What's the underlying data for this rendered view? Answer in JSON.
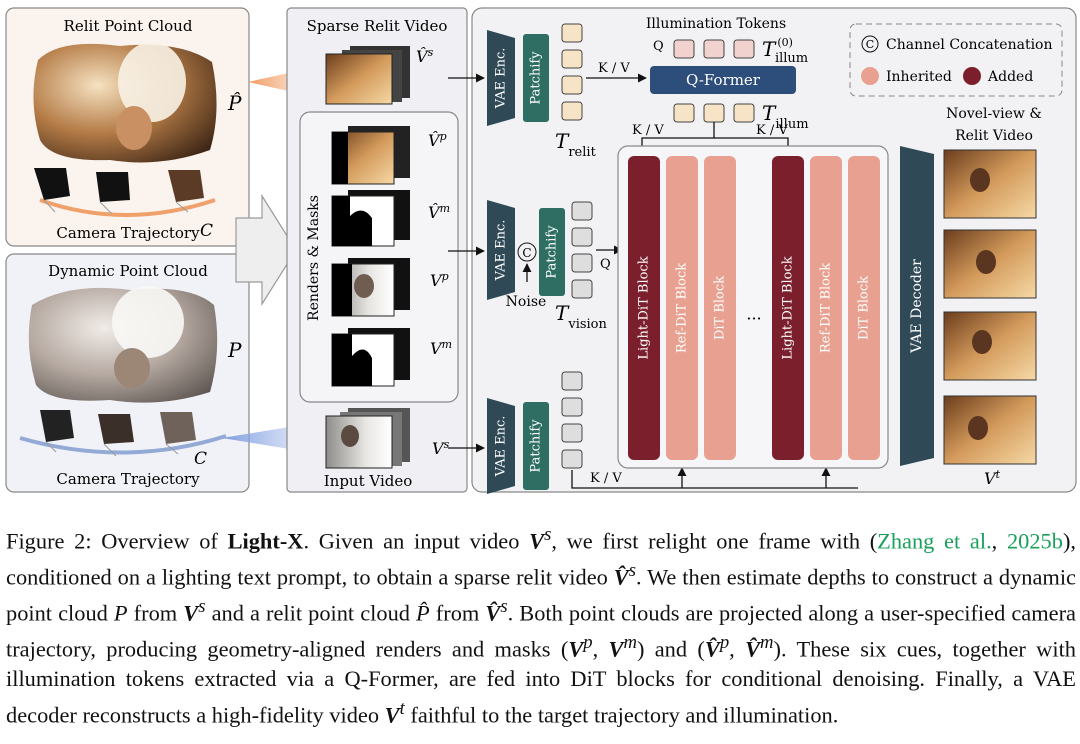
{
  "figure": {
    "relit_panel": {
      "title": "Relit Point Cloud",
      "symbol": "P̂",
      "trajectory_label": "Camera Trajectory",
      "trajectory_symbol": "C"
    },
    "dynamic_panel": {
      "title": "Dynamic Point Cloud",
      "symbol": "P",
      "trajectory_label": "Camera Trajectory",
      "trajectory_symbol": "C"
    },
    "middle_panel": {
      "title": "Sparse Relit Video",
      "renders_label": "Renders & Masks",
      "input_label": "Input Video",
      "symbols": {
        "vs_hat": "V̂",
        "vp_hat": "V̂",
        "vm_hat": "V̂",
        "vp": "V",
        "vm": "V",
        "vs": "V"
      },
      "superscripts": {
        "s": "s",
        "p": "p",
        "m": "m"
      }
    },
    "model_panel": {
      "vae_enc": "VAE Enc.",
      "patchify": "Patchify",
      "noise": "Noise",
      "concat_symbol": "C",
      "qformer": "Q-Former",
      "illumination_tokens": "Illumination Tokens",
      "tokens": {
        "T": "T",
        "illum0": "(0)",
        "illum": "illum",
        "relit": "relit",
        "vision": "vision"
      },
      "kv": "K / V",
      "q": "Q",
      "blocks": [
        "Light-DiT Block",
        "Ref-DiT Block",
        "DiT Block",
        "Light-DiT Block",
        "Ref-DiT Block",
        "DiT Block"
      ],
      "ellipsis": "···",
      "decoder": "VAE Decoder",
      "output_title_1": "Novel-view &",
      "output_title_2": "Relit Video",
      "output_symbol": "V",
      "output_sup": "t"
    },
    "legend": {
      "concat": "Channel Concatenation",
      "inherited": "Inherited",
      "added": "Added",
      "concat_symbol": "C"
    },
    "colors": {
      "added": "#7a1f2b",
      "inherited": "#e8a190",
      "dark": "#2f4a56",
      "qformer": "#2d4d7a",
      "token_cream": "#f7e3c6",
      "token_pink": "#f1d2cf",
      "token_gray": "#dedede"
    }
  },
  "caption": {
    "p1": "Figure 2: Overview of ",
    "model": "Light-X",
    "p2": ". Given an input video ",
    "v": "V",
    "s": "s",
    "p3": ", we first relight one frame with (",
    "cite1": "Zhang et al.",
    "p4": ", ",
    "cite2": "2025b",
    "p5": "), conditioned on a lighting text prompt, to obtain a sparse relit video ",
    "vhat": "V̂",
    "p6": ". We then estimate depths to construct a dynamic point cloud ",
    "P": "P",
    "p7": " from ",
    "p8": " and a relit point cloud ",
    "Phat": "P̂",
    "p9": " from ",
    "p10": ". Both point clouds are projected along a user-specified camera trajectory, producing geometry-aligned renders and masks (",
    "vp": "V",
    "p": "p",
    "comma": ", ",
    "m": "m",
    "p11": ") and (",
    "p12": "). These six cues, together with illumination tokens extracted via a Q-Former, are fed into DiT blocks for conditional denoising. Finally, a VAE decoder reconstructs a high-fidelity video ",
    "t": "t",
    "p13": " faithful to the target trajectory and illumination."
  }
}
